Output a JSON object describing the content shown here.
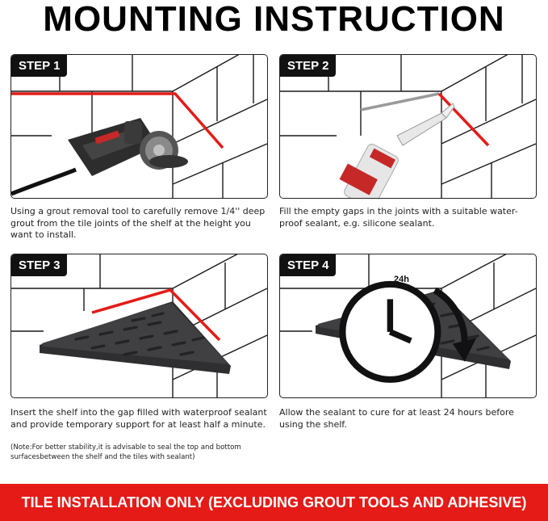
{
  "title": "MOUNTING INSTRUCTION",
  "steps": [
    {
      "label": "STEP 1",
      "text": "Using a grout removal tool to carefully remove 1/4'' deep grout from the tile joints of the shelf at the height you want to install.",
      "note": ""
    },
    {
      "label": "STEP 2",
      "text": "Fill the empty gaps in the joints with a suitable water-proof sealant, e.g. silicone sealant.",
      "note": ""
    },
    {
      "label": "STEP 3",
      "text": "Insert the shelf into the gap filled with waterproof sealant and provide temporary support for at least half a minute.",
      "note": "(Note:For better stability,it is advisable to seal the top and bottom surfacesbetween the shelf and the tiles with sealant)"
    },
    {
      "label": "STEP 4",
      "text": "Allow the sealant to cure for at least 24 hours before using the shelf.",
      "note": "",
      "timer_label": "24h"
    }
  ],
  "footer": "TILE INSTALLATION ONLY (EXCLUDING GROUT TOOLS AND ADHESIVE)",
  "colors": {
    "accent": "#e41b17",
    "shelf": "#3a3a3c",
    "line": "#1a1a1a"
  },
  "icons": [
    "angle-grinder-icon",
    "caulk-gun-icon",
    "corner-shelf-icon",
    "clock-timer-icon"
  ]
}
